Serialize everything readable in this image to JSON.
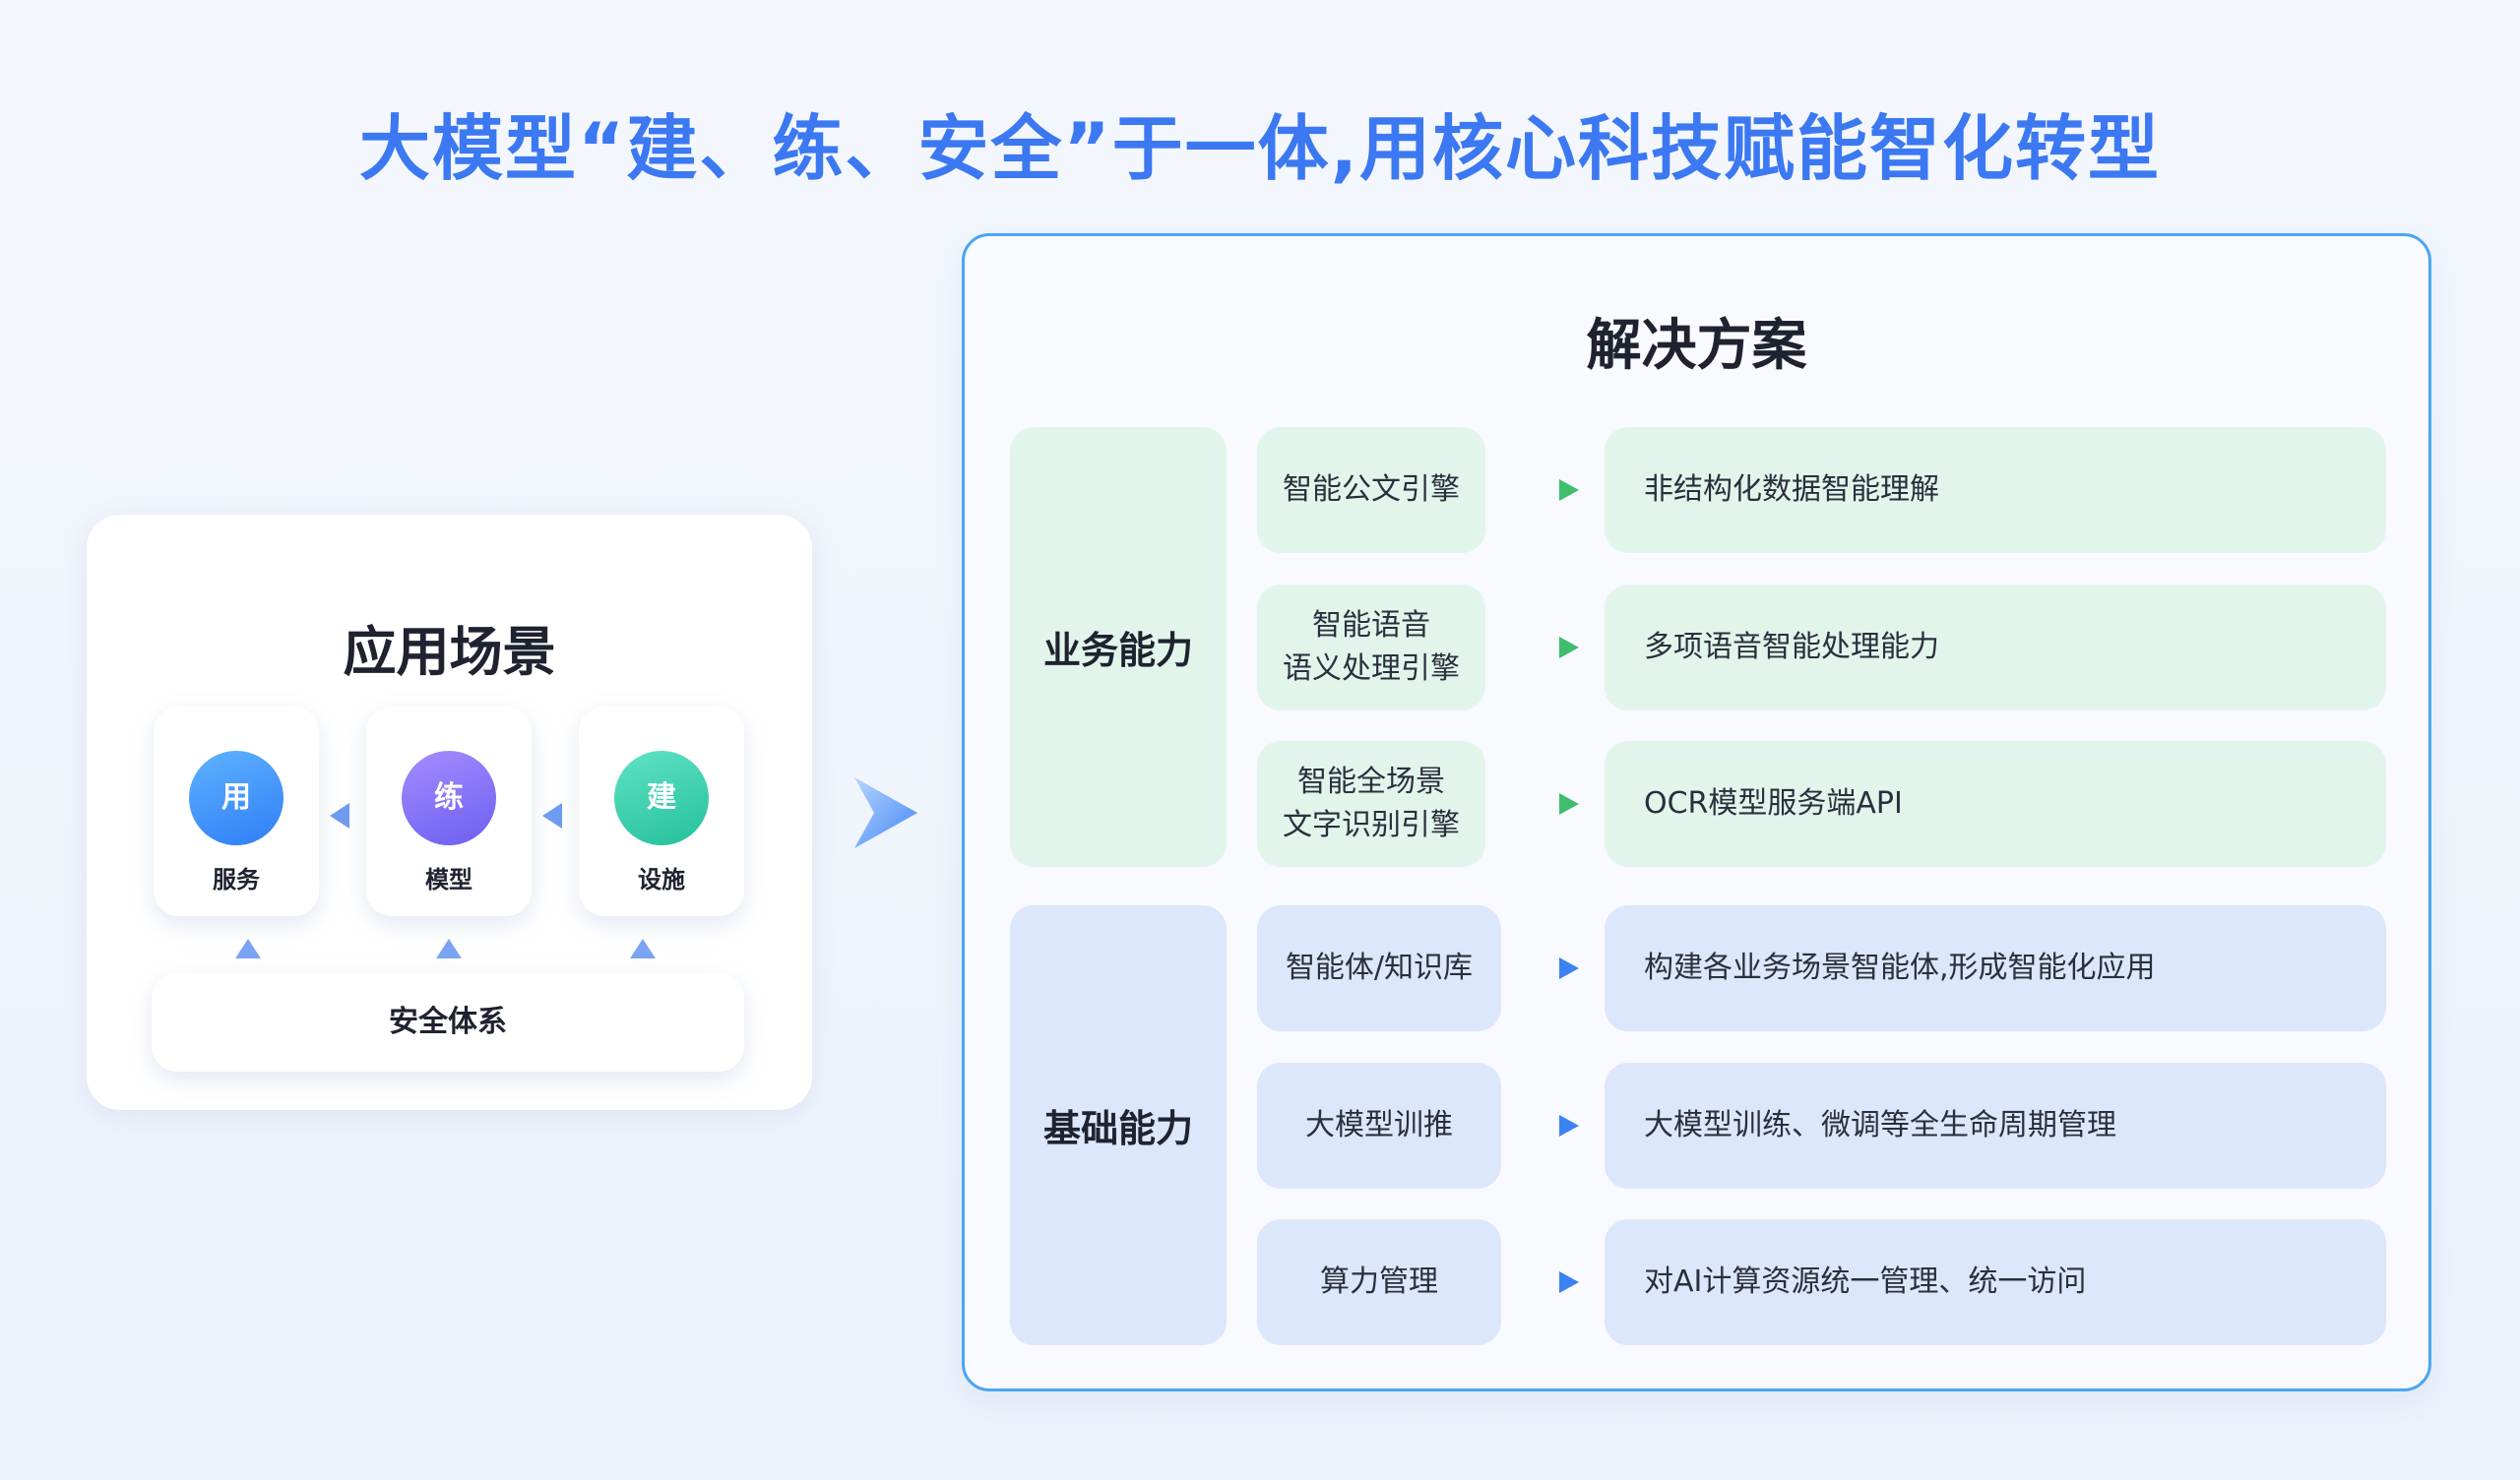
{
  "title": "大模型“建、练、安全”于一体,用核心科技赋能智化转型",
  "app_scenarios": {
    "title": "应用场景",
    "items": [
      {
        "glyph": "用",
        "label": "服务"
      },
      {
        "glyph": "练",
        "label": "模型"
      },
      {
        "glyph": "建",
        "label": "设施"
      }
    ],
    "security": "安全体系"
  },
  "solution": {
    "title": "解决方案",
    "business": {
      "label": "业务能力",
      "rows": [
        {
          "engine": "智能公文引擎",
          "desc": "非结构化数据智能理解"
        },
        {
          "engine_line1": "智能语音",
          "engine_line2": "语义处理引擎",
          "desc": "多项语音智能处理能力"
        },
        {
          "engine_line1": "智能全场景",
          "engine_line2": "文字识别引擎",
          "desc": "OCR模型服务端API"
        }
      ]
    },
    "foundation": {
      "label": "基础能力",
      "rows": [
        {
          "engine": "智能体/知识库",
          "desc": "构建各业务场景智能体,形成智能化应用"
        },
        {
          "engine": "大模型训推",
          "desc": "大模型训练、微调等全生命周期管理"
        },
        {
          "engine": "算力管理",
          "desc": "对AI计算资源统一管理、统一访问"
        }
      ]
    }
  },
  "colors": {
    "title_blue": "#3b78f2",
    "panel_border": "#4aa6f2",
    "business_bg": "#e2f5ea",
    "foundation_bg": "#dde7fb",
    "business_arrow": "#3fbe6e",
    "foundation_arrow": "#3b82f2"
  }
}
